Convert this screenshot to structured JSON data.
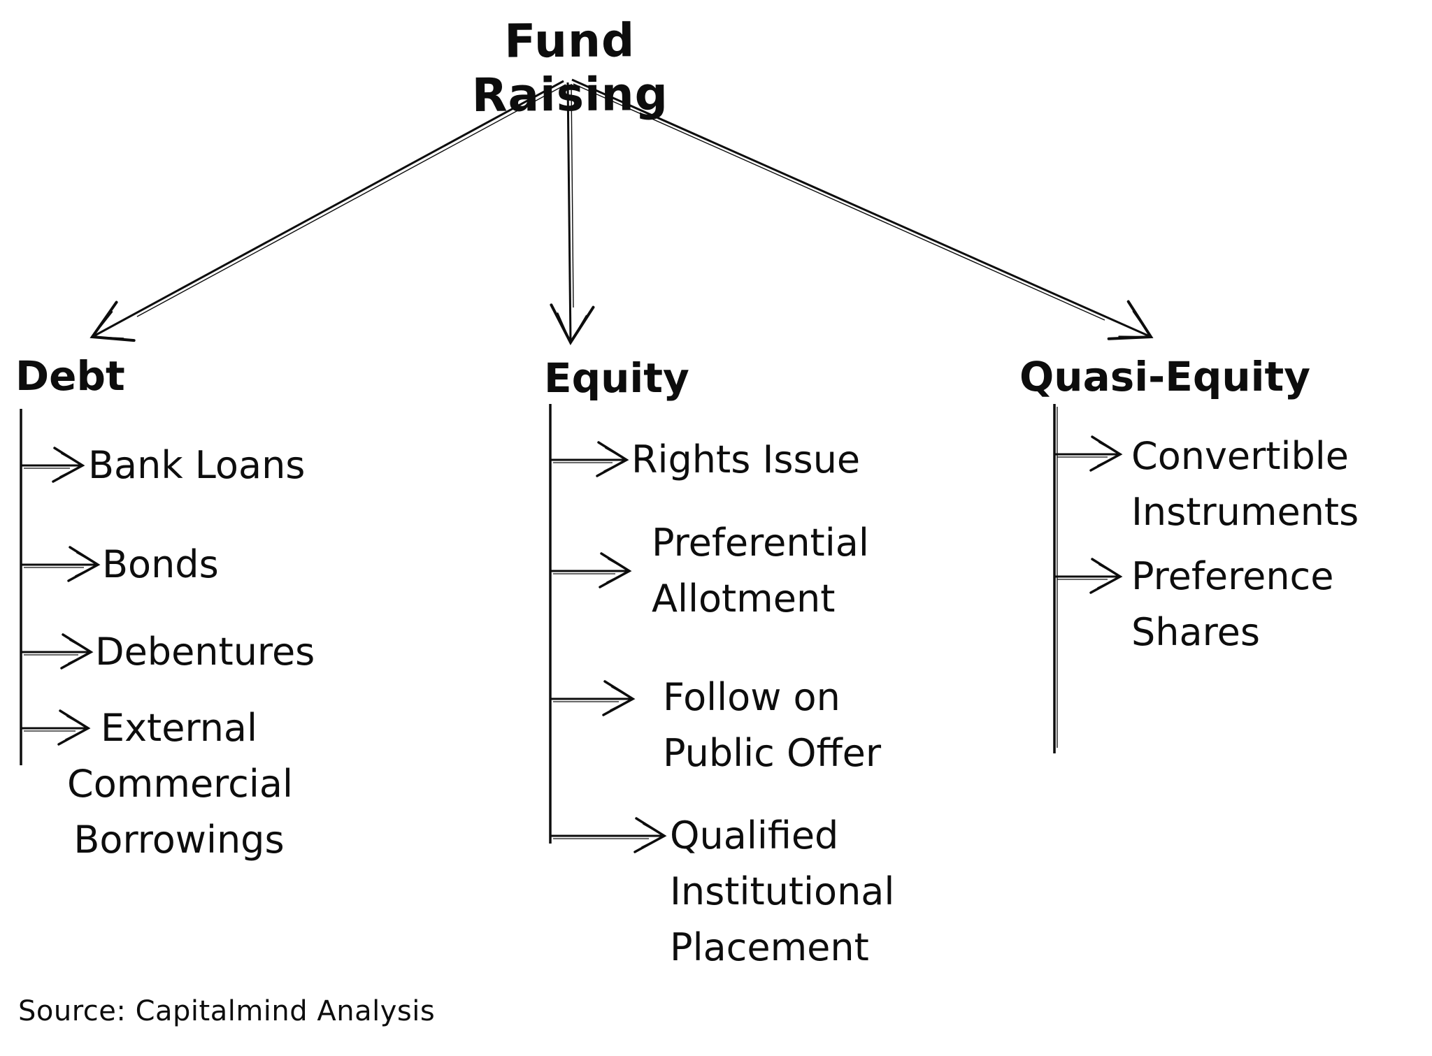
{
  "title": "Fund Raising",
  "source_note": "Source: Capitalmind Analysis",
  "colors": {
    "ink": "#0d0d0d",
    "background": "#ffffff"
  },
  "branches": [
    {
      "label": "Debt",
      "items": [
        "Bank Loans",
        "Bonds",
        "Debentures",
        "External Commercial Borrowings"
      ]
    },
    {
      "label": "Equity",
      "items": [
        "Rights Issue",
        "Preferential Allotment",
        "Follow on Public Offer",
        "Qualified Institutional Placement"
      ]
    },
    {
      "label": "Quasi-Equity",
      "items": [
        "Convertible Instruments",
        "Preference Shares"
      ]
    }
  ]
}
